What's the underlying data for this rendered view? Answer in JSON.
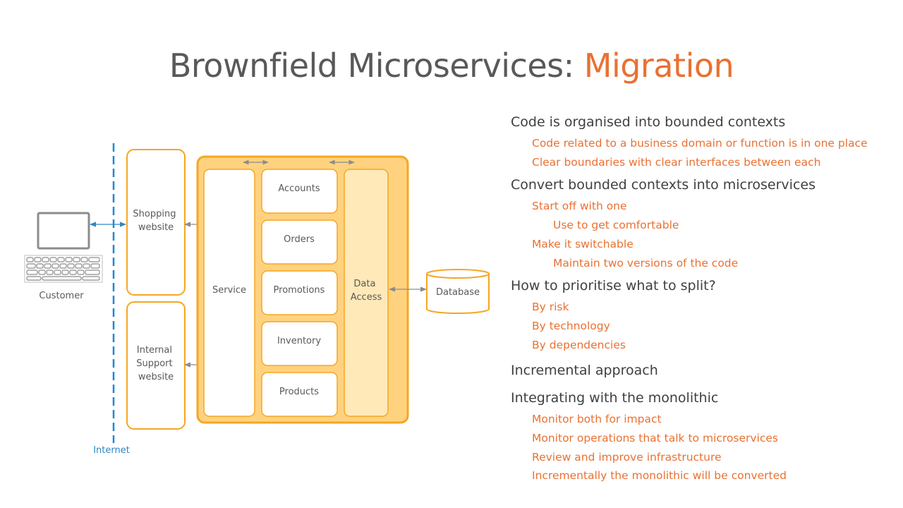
{
  "title": {
    "main": "Brownfield Microservices: ",
    "accent": "Migration"
  },
  "diagram": {
    "customer_label": "Customer",
    "internet_label": "Internet",
    "shopping_website": [
      "Shopping",
      "website"
    ],
    "internal_support_website": [
      "Internal",
      "Support",
      "website"
    ],
    "service_label": "Service",
    "modules": [
      "Accounts",
      "Orders",
      "Promotions",
      "Inventory",
      "Products"
    ],
    "data_access": [
      "Data",
      "Access"
    ],
    "database_label": "Database"
  },
  "bullets": [
    {
      "text": "Code is organised into bounded contexts",
      "children": [
        {
          "text": "Code related to a business domain or function is in one place",
          "children": []
        },
        {
          "text": "Clear boundaries with clear interfaces between each",
          "children": []
        }
      ]
    },
    {
      "text": "Convert bounded contexts into microservices",
      "children": [
        {
          "text": "Start off with one",
          "children": [
            {
              "text": "Use to get comfortable"
            }
          ]
        },
        {
          "text": "Make it switchable",
          "children": [
            {
              "text": "Maintain two versions of the code"
            }
          ]
        }
      ]
    },
    {
      "text": "How to prioritise what to split?",
      "children": [
        {
          "text": "By risk",
          "children": []
        },
        {
          "text": "By technology",
          "children": []
        },
        {
          "text": "By dependencies",
          "children": []
        }
      ]
    },
    {
      "text": "Incremental approach",
      "children": []
    },
    {
      "text": "Integrating with the monolithic",
      "children": [
        {
          "text": "Monitor both for impact",
          "children": []
        },
        {
          "text": "Monitor operations that talk to microservices",
          "children": []
        },
        {
          "text": "Review and improve infrastructure",
          "children": []
        },
        {
          "text": "Incrementally the monolithic will be converted",
          "children": []
        }
      ]
    }
  ],
  "colors": {
    "accent": "#E97132",
    "border": "#F5A623",
    "fill": "#FFD27F",
    "fill_light": "#FFE9B8",
    "arrow_blue": "#2E86C1",
    "arrow_gray": "#8C8C8C",
    "internet_line": "#1E88D6"
  }
}
